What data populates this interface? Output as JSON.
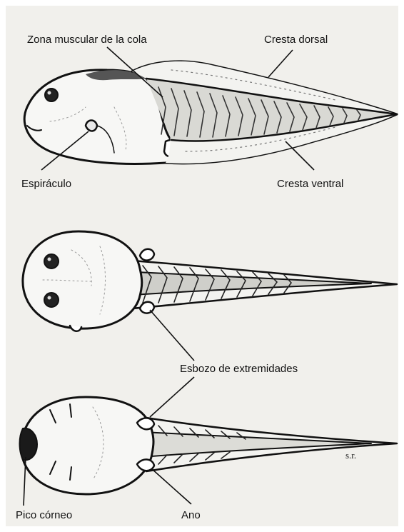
{
  "diagram": {
    "labels": {
      "zona_muscular": "Zona muscular de la cola",
      "cresta_dorsal": "Cresta dorsal",
      "espiraculo": "Espiráculo",
      "cresta_ventral": "Cresta ventral",
      "esbozo": "Esbozo de extremidades",
      "pico": "Pico córneo",
      "ano": "Ano"
    },
    "signature": "s.r."
  },
  "colors": {
    "paper": "#f1f0ec",
    "ink": "#111111",
    "shade": "#8a8a8a"
  }
}
